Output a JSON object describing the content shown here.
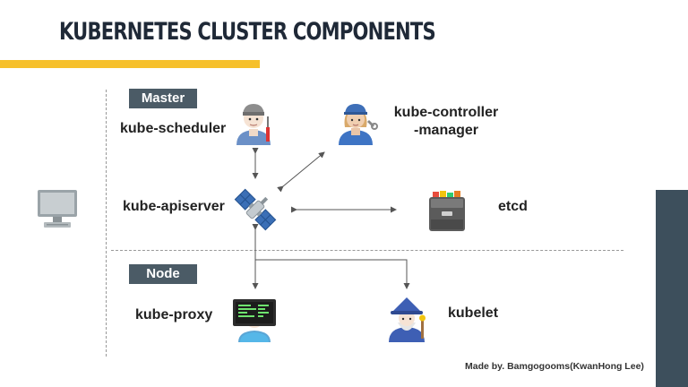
{
  "title": "KUBERNETES CLUSTER COMPONENTS",
  "colors": {
    "accent_bar": "#f6c02b",
    "side_panel": "#3d4f5c",
    "label_bg": "#4b5b66",
    "arrow": "#555555"
  },
  "sections": {
    "master": "Master",
    "node": "Node"
  },
  "components": {
    "scheduler": "kube-scheduler",
    "controller_line1": "kube-controller",
    "controller_line2": "-manager",
    "apiserver": "kube-apiserver",
    "etcd": "etcd",
    "proxy": "kube-proxy",
    "kubelet": "kubelet"
  },
  "icons": {
    "client": "computer-icon",
    "scheduler": "mechanic-icon",
    "controller": "mechanic-woman-icon",
    "apiserver": "satellite-icon",
    "etcd": "file-cabinet-icon",
    "proxy": "technologist-icon",
    "kubelet": "mage-icon"
  },
  "credit": "Made by. Bamgogooms(KwanHong Lee)"
}
